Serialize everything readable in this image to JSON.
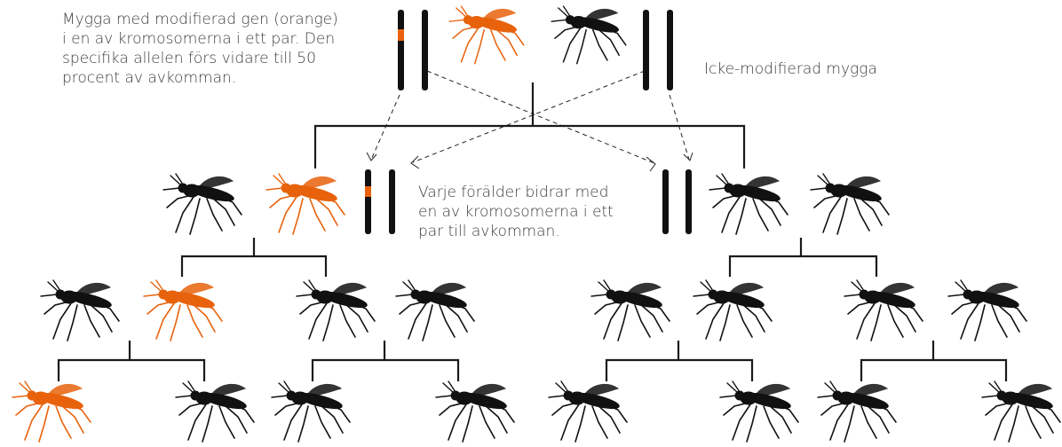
{
  "texts": {
    "modified_mosquito": "Mygga med modifierad gen (orange)\ni en av kromosomerna i ett par. Den\nspecifika allelen förs vidare till 50\nprocent av avkomman.",
    "unmodified_mosquito": "Icke-modifierad mygga",
    "parent_contribution": "Varje förälder bidrar med\nen av kromosomerna i ett\npar till avkomman."
  },
  "colors": {
    "modified": "#e8620c",
    "normal": "#111111",
    "line": "#1a1a1a"
  },
  "icons": {
    "mosquito": "mosquito-icon",
    "chromosome": "chromosome-icon"
  },
  "generations": [
    {
      "level": 0,
      "mosquitoes": [
        "modified",
        "normal"
      ]
    },
    {
      "level": 1,
      "mosquitoes": [
        "normal",
        "modified",
        "normal",
        "normal"
      ]
    },
    {
      "level": 2,
      "mosquitoes": [
        "normal",
        "modified",
        "normal",
        "normal",
        "normal",
        "normal",
        "normal",
        "normal"
      ]
    },
    {
      "level": 3,
      "mosquitoes": [
        "modified",
        "normal",
        "normal",
        "normal",
        "normal",
        "normal",
        "normal",
        "normal"
      ]
    }
  ]
}
